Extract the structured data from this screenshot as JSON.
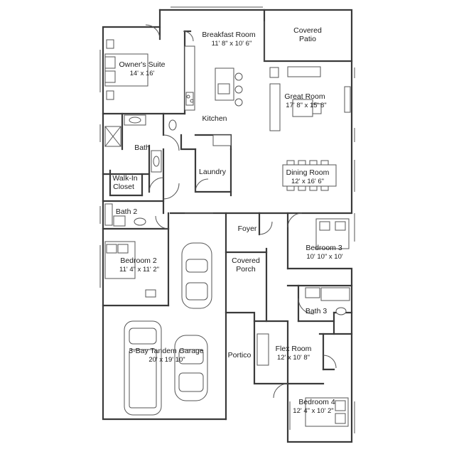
{
  "rooms": {
    "breakfast": {
      "name": "Breakfast Room",
      "dim": "11' 8\" x 10' 6\""
    },
    "covered_patio": {
      "line1": "Covered",
      "line2": "Patio"
    },
    "owners_suite": {
      "name": "Owner's Suite",
      "dim": "14' x 16'"
    },
    "great_room": {
      "name": "Great Room",
      "dim": "17' 8\" x 15' 8\""
    },
    "kitchen": {
      "name": "Kitchen"
    },
    "bath": {
      "name": "Bath"
    },
    "laundry": {
      "name": "Laundry"
    },
    "walk_in_closet": {
      "line1": "Walk-In",
      "line2": "Closet"
    },
    "dining_room": {
      "name": "Dining Room",
      "dim": "12' x 16' 6\""
    },
    "bath2": {
      "name": "Bath 2"
    },
    "foyer": {
      "name": "Foyer"
    },
    "bedroom3": {
      "name": "Bedroom 3",
      "dim": "10' 10\" x 10'"
    },
    "bedroom2": {
      "name": "Bedroom 2",
      "dim": "11' 4\" x 11' 2\""
    },
    "covered_porch": {
      "line1": "Covered",
      "line2": "Porch"
    },
    "bath3": {
      "name": "Bath 3"
    },
    "garage": {
      "name": "3-Bay Tandem Garage",
      "dim": "20' x 19' 10\""
    },
    "flex_room": {
      "name": "Flex Room",
      "dim": "12' x 10' 8\""
    },
    "portico": {
      "name": "Portico"
    },
    "bedroom4": {
      "name": "Bedroom 4",
      "dim": "12' 4\" x 10' 2\""
    }
  }
}
